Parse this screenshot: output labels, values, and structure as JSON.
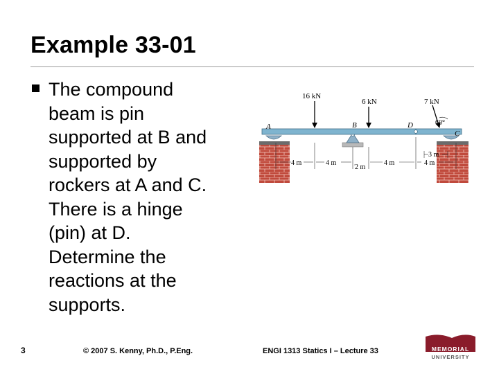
{
  "slide": {
    "title": "Example 33-01",
    "body_lines": [
      "The compound",
      "beam is pin",
      "supported at B and",
      "supported by",
      "rockers at A and C.",
      "There is a hinge",
      "(pin) at D.",
      "Determine the",
      "reactions at the",
      "supports."
    ],
    "slide_number": "3"
  },
  "footer": {
    "copyright": "© 2007 S. Kenny, Ph.D., P.Eng.",
    "course": "ENGI 1313 Statics I – Lecture 33"
  },
  "logo": {
    "line1": "MEMORIAL",
    "line2": "UNIVERSITY"
  },
  "figure": {
    "loads": {
      "load1": "16 kN",
      "load2": "6 kN",
      "load3": "7 kN",
      "angle": "60°"
    },
    "points": {
      "a": "A",
      "b": "B",
      "c": "C",
      "d": "D"
    },
    "dimensions": {
      "d1": "4 m",
      "d2": "4 m",
      "d3": "2 m",
      "d4": "4 m",
      "d5": "4 m",
      "d6": "3 m"
    }
  },
  "colors": {
    "beam": "#7fb4cf",
    "brick": "#c04a3c",
    "support": "#8fb1c8",
    "logo": "#8a1c2b"
  }
}
